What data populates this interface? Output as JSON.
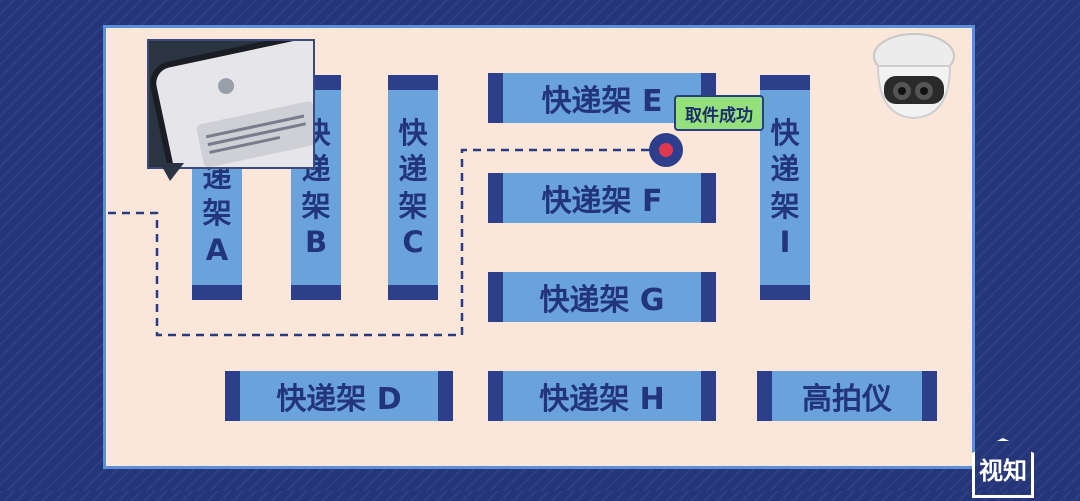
{
  "shelves": {
    "A": [
      "递",
      "架",
      "A"
    ],
    "B": [
      "快",
      "递",
      "架",
      "B"
    ],
    "C": [
      "快",
      "递",
      "架",
      "C"
    ],
    "I": [
      "快",
      "递",
      "架",
      "I"
    ],
    "E": "快递架 E",
    "F": "快递架 F",
    "G": "快递架 G",
    "D": "快递架 D",
    "H": "快递架 H",
    "scanner": "高拍仪"
  },
  "badge": "取件成功",
  "logo": "视知",
  "colors": {
    "background": "#24357a",
    "floor": "#fbe7da",
    "shelf": "#6aa3dc",
    "shelf_end": "#2c3f8a",
    "success": "#93e07c",
    "pickup_dot": "#e0384e"
  },
  "icons": [
    "phone-photo",
    "dome-camera-icon",
    "pickup-marker"
  ]
}
